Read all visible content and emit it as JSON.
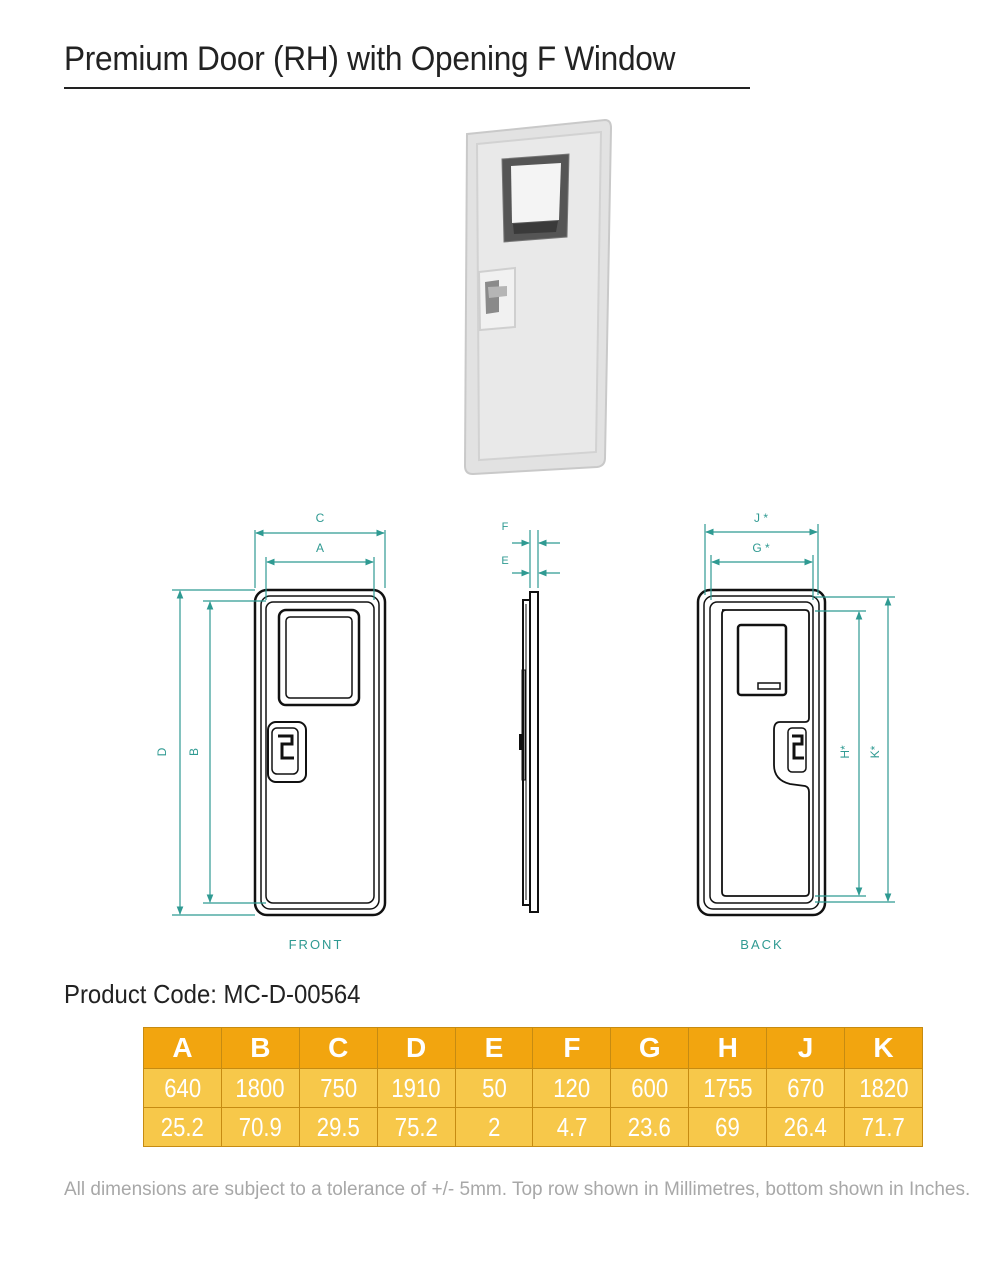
{
  "page": {
    "title": "Premium Door (RH) with Opening F Window",
    "product_code": "Product Code: MC-D-00564",
    "footnote": "All dimensions are subject to a tolerance of +/- 5mm. Top row shown in Millimetres, bottom shown in Inches."
  },
  "drawing": {
    "front_label": "FRONT",
    "back_label": "BACK",
    "dims": {
      "C": "C",
      "A": "A",
      "D": "D",
      "B": "B",
      "F": "F",
      "E": "E",
      "J": "J *",
      "G": "G *",
      "H": "H*",
      "K": "K*"
    },
    "line_color": "#2f9a92"
  },
  "table": {
    "headers": [
      "A",
      "B",
      "C",
      "D",
      "E",
      "F",
      "G",
      "H",
      "J",
      "K"
    ],
    "rows": [
      [
        "640",
        "1800",
        "750",
        "1910",
        "50",
        "120",
        "600",
        "1755",
        "670",
        "1820"
      ],
      [
        "25.2",
        "70.9",
        "29.5",
        "75.2",
        "2",
        "4.7",
        "23.6",
        "69",
        "26.4",
        "71.7"
      ]
    ],
    "header_color": "#f2a50f",
    "cell_color": "#f7c84a"
  }
}
